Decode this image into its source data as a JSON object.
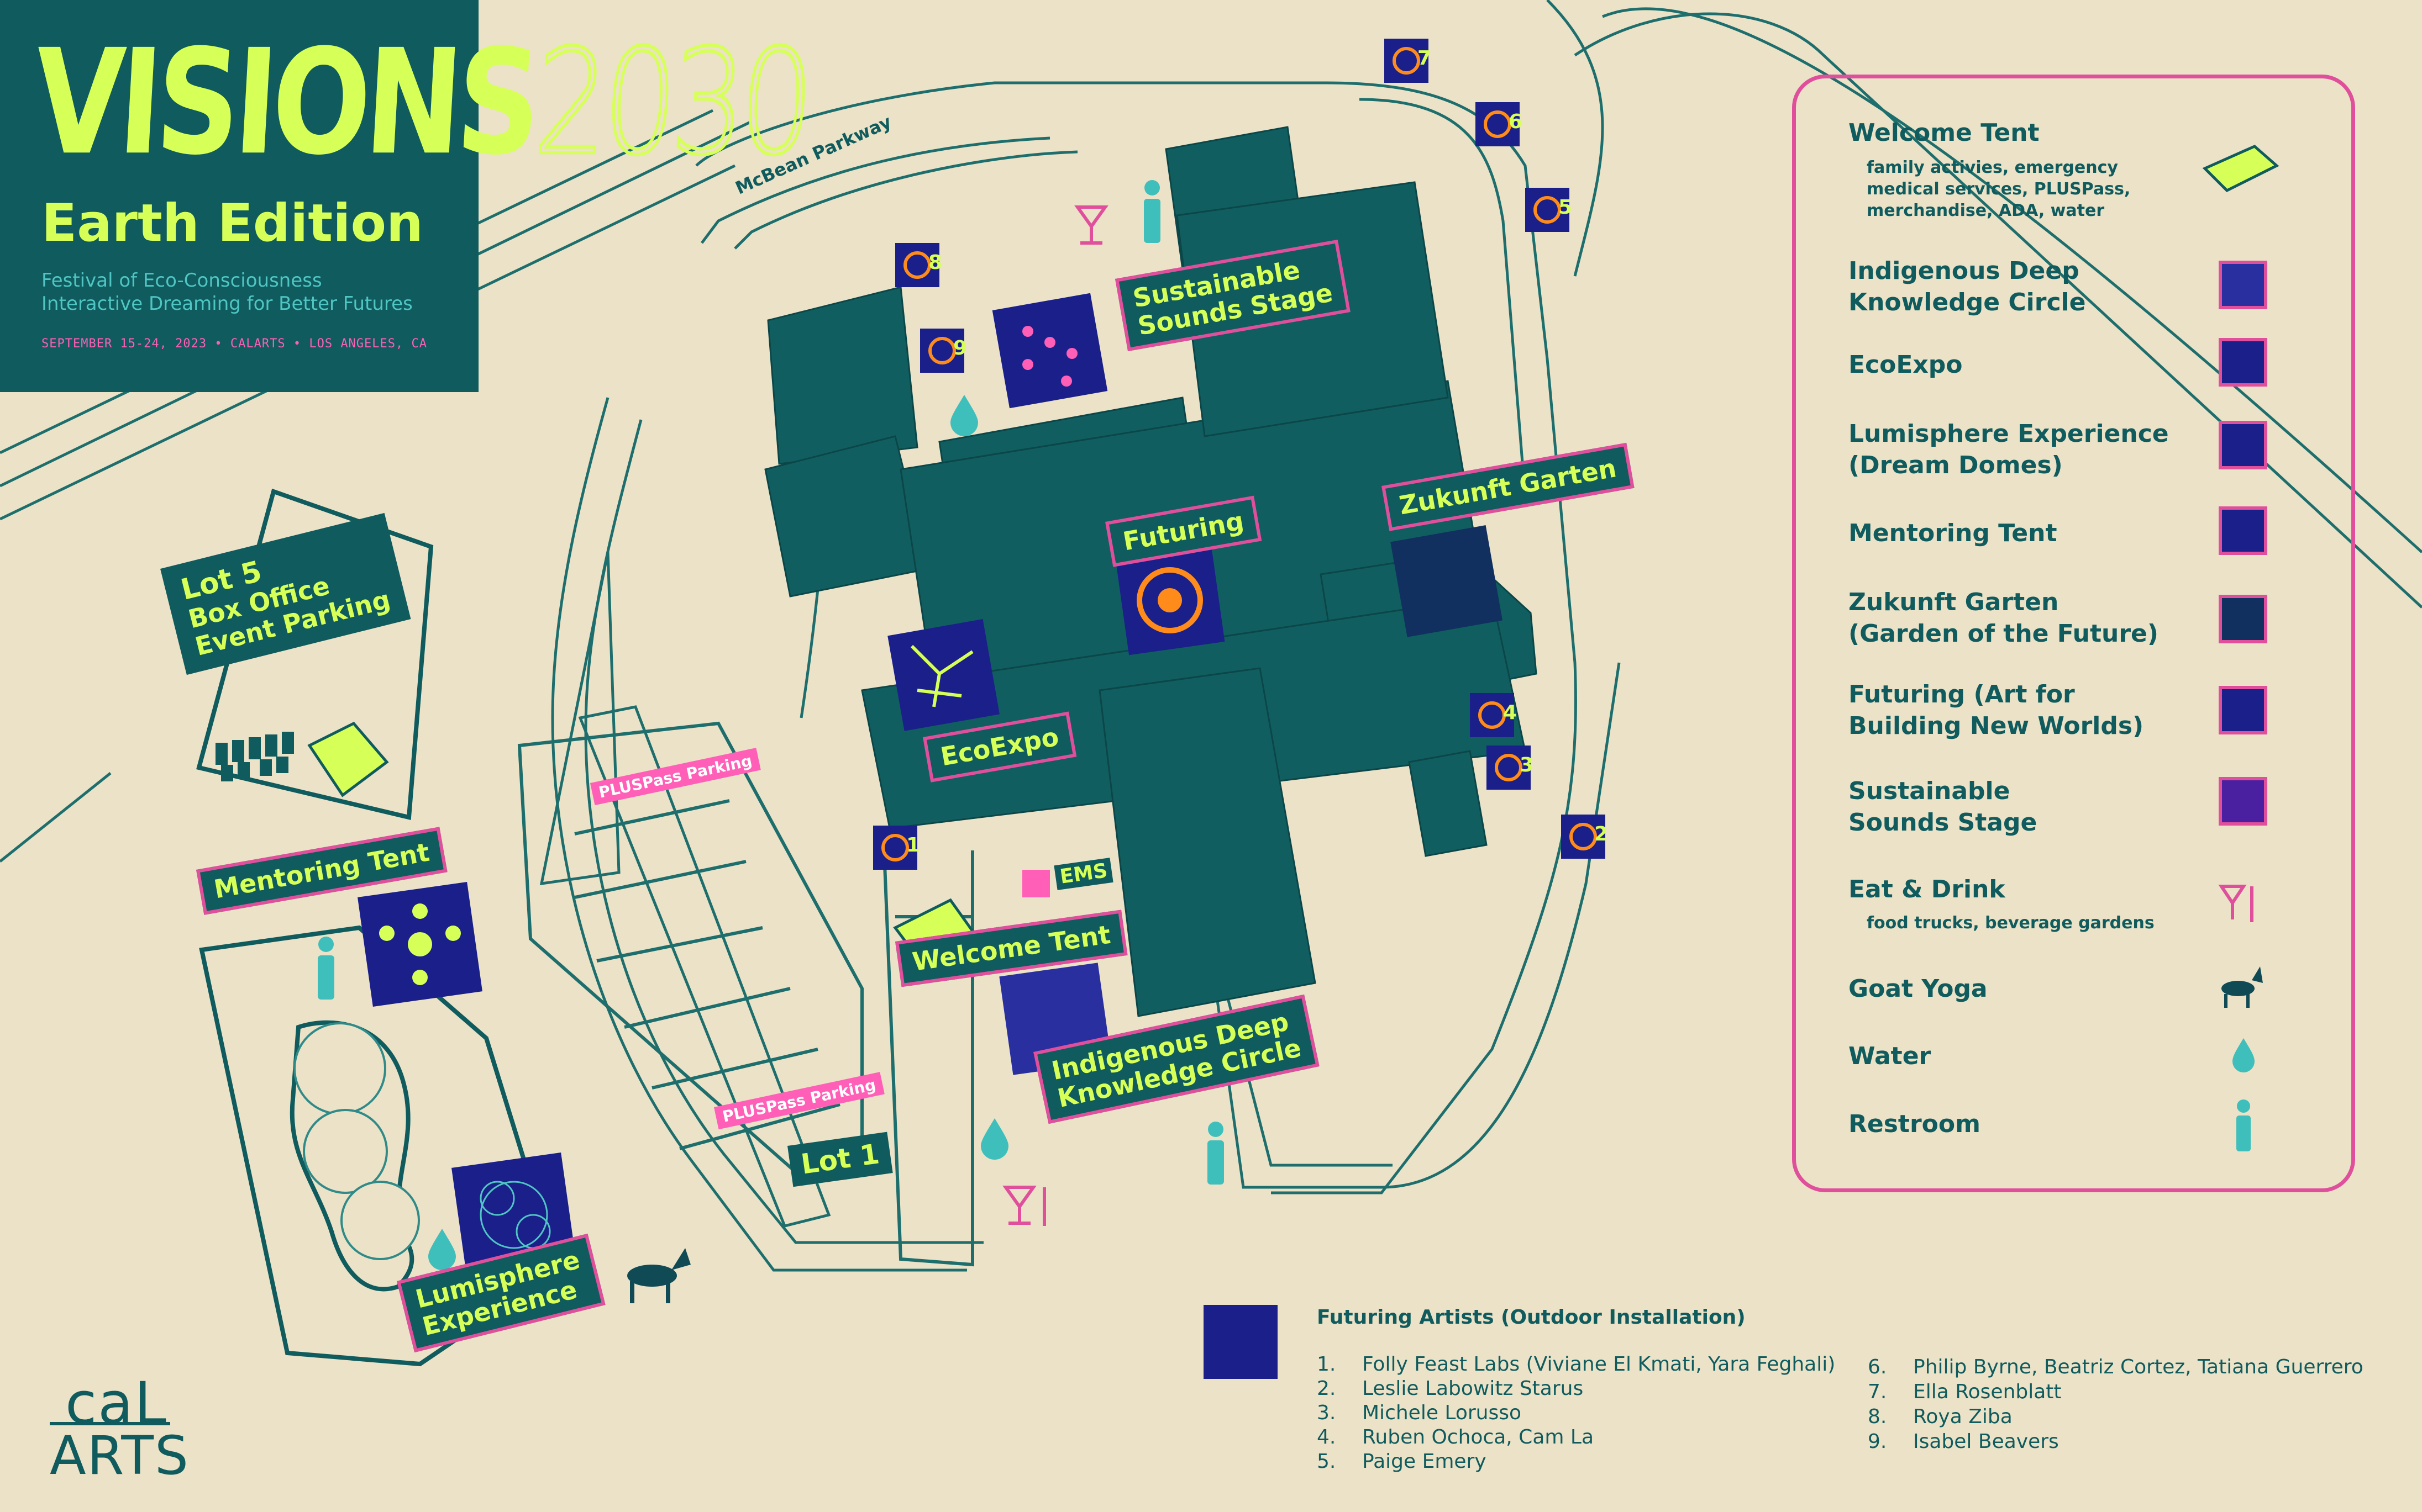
{
  "header": {
    "brand": "VISIONS",
    "year": "2030",
    "edition": "Earth Edition",
    "tagline_1": "Festival of Eco-Consciousness",
    "tagline_2": "Interactive Dreaming for Better Futures",
    "dates": "SEPTEMBER 15-24, 2023 • CALARTS • LOS ANGELES, CA"
  },
  "map": {
    "road": "McBean Parkway",
    "lot5": [
      "Lot 5",
      "Box Office",
      "Event Parking"
    ],
    "lot1": "Lot 1",
    "pluspass_1": "PLUSPass Parking",
    "pluspass_2": "PLUSPass Parking",
    "ems": "EMS",
    "venues": {
      "sustainable": [
        "Sustainable",
        "Sounds Stage"
      ],
      "futuring": "Futuring",
      "zukunft": "Zukunft Garten",
      "ecoexpo": "EcoExpo",
      "welcome": "Welcome Tent",
      "indigenous": [
        "Indigenous Deep",
        "Knowledge Circle"
      ],
      "mentoring": "Mentoring Tent",
      "lumisphere": [
        "Lumisphere",
        "Experience"
      ]
    },
    "markers": [
      "1",
      "2",
      "3",
      "4",
      "5",
      "6",
      "7",
      "8",
      "9"
    ]
  },
  "legend": [
    {
      "title": [
        "Welcome Tent"
      ],
      "sub": [
        "family activies, emergency",
        "medical services, PLUSPass,",
        "merchandise, ADA, water"
      ],
      "icon": "welcome-tent-icon"
    },
    {
      "title": [
        "Indigenous Deep",
        "Knowledge Circle"
      ],
      "icon": "indigenous-tile-icon"
    },
    {
      "title": [
        "EcoExpo"
      ],
      "icon": "ecoexpo-tile-icon"
    },
    {
      "title": [
        "Lumisphere Experience",
        "(Dream Domes)"
      ],
      "icon": "lumisphere-tile-icon"
    },
    {
      "title": [
        "Mentoring Tent"
      ],
      "icon": "mentoring-tile-icon"
    },
    {
      "title": [
        "Zukunft Garten",
        "(Garden of the Future)"
      ],
      "icon": "zukunft-tile-icon"
    },
    {
      "title": [
        "Futuring (Art for",
        "Building New Worlds)"
      ],
      "icon": "futuring-tile-icon"
    },
    {
      "title": [
        "Sustainable",
        "Sounds Stage"
      ],
      "icon": "sustainable-tile-icon"
    },
    {
      "title": [
        "Eat & Drink"
      ],
      "sub": [
        "food trucks, beverage gardens"
      ],
      "icon": "eat-drink-icon"
    },
    {
      "title": [
        "Goat Yoga"
      ],
      "icon": "goat-icon"
    },
    {
      "title": [
        "Water"
      ],
      "icon": "water-drop-icon"
    },
    {
      "title": [
        "Restroom"
      ],
      "icon": "restroom-icon"
    }
  ],
  "artists": {
    "title": "Futuring Artists (Outdoor Installation)",
    "items": [
      {
        "n": "1.",
        "name": "Folly Feast Labs (Viviane El Kmati, Yara Feghali)"
      },
      {
        "n": "2.",
        "name": "Leslie Labowitz Starus"
      },
      {
        "n": "3.",
        "name": "Michele Lorusso"
      },
      {
        "n": "4.",
        "name": "Ruben Ochoca, Cam La"
      },
      {
        "n": "5.",
        "name": "Paige Emery"
      },
      {
        "n": "6.",
        "name": "Philip Byrne, Beatriz Cortez, Tatiana Guerrero"
      },
      {
        "n": "7.",
        "name": "Ella Rosenblatt"
      },
      {
        "n": "8.",
        "name": "Roya Ziba"
      },
      {
        "n": "9.",
        "name": "Isabel Beavers"
      }
    ]
  },
  "logo": [
    "caL",
    "ARTS"
  ],
  "colors": {
    "background": "#ebe2c8",
    "teal": "#0f5b5d",
    "lime": "#d6ff57",
    "pink": "#e04f9b",
    "navy": "#1b1f8a",
    "aqua": "#3fbfbb"
  }
}
